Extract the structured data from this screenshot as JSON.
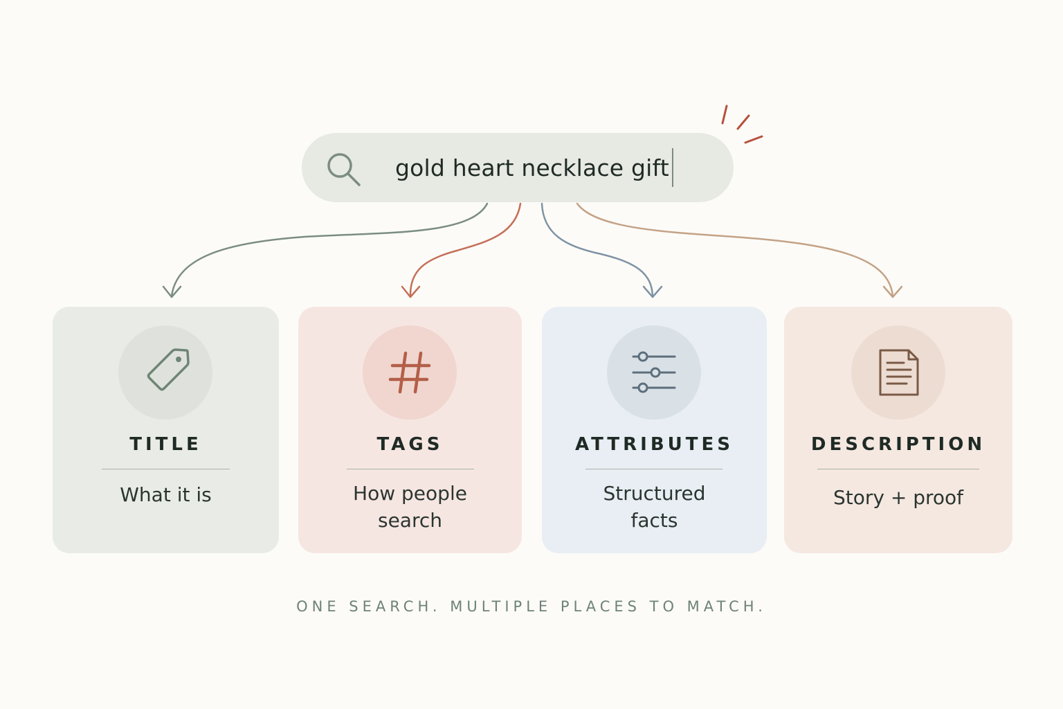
{
  "search": {
    "query": "gold heart necklace gift",
    "icon": "search-icon"
  },
  "cards": [
    {
      "title": "TITLE",
      "subtitle": [
        "What it is"
      ],
      "icon": "tag-icon",
      "color": "#6f8575",
      "bg": "#e9ece6",
      "circle": "#dfe2dc"
    },
    {
      "title": "TAGS",
      "subtitle": [
        "How people",
        "search"
      ],
      "icon": "hashtag-icon",
      "color": "#b45e48",
      "bg": "#f6e6e2",
      "circle": "#f0d6cf"
    },
    {
      "title": "ATTRIBUTES",
      "subtitle": [
        "Structured",
        "facts"
      ],
      "icon": "sliders-icon",
      "color": "#5d6e7c",
      "bg": "#e8eef3",
      "circle": "#d9e0e6"
    },
    {
      "title": "DESCRIPTION",
      "subtitle": [
        "Story + proof"
      ],
      "icon": "document-icon",
      "color": "#7a5a45",
      "bg": "#f5e8e1",
      "circle": "#eddcd2"
    }
  ],
  "footer": "ONE SEARCH. MULTIPLE PLACES TO MATCH.",
  "colors": {
    "background": "#fcfbf8",
    "arrow_title": "#7b8d80",
    "arrow_tags": "#c46f58",
    "arrow_attributes": "#7f93a4",
    "arrow_description": "#c4a285",
    "spark": "#b5523c"
  }
}
